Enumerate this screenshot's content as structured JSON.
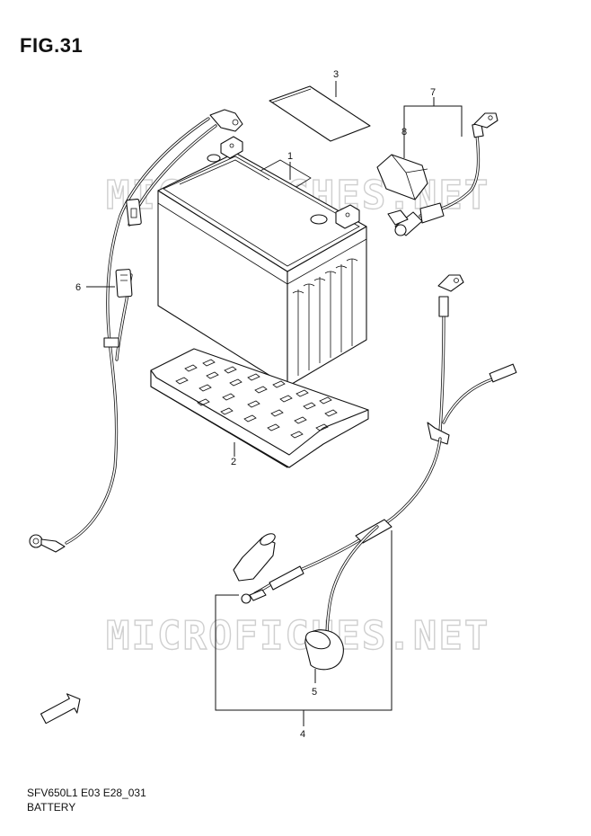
{
  "figure": {
    "title": "FIG.31",
    "code": "SFV650L1 E03 E28_031",
    "name": "BATTERY"
  },
  "watermark": "MICROFICHES.NET",
  "front_marker": "FWD",
  "callouts": [
    {
      "id": "1",
      "label": "1"
    },
    {
      "id": "2",
      "label": "2"
    },
    {
      "id": "3",
      "label": "3"
    },
    {
      "id": "4",
      "label": "4"
    },
    {
      "id": "5",
      "label": "5"
    },
    {
      "id": "6",
      "label": "6"
    },
    {
      "id": "7",
      "label": "7"
    },
    {
      "id": "8",
      "label": "8"
    }
  ]
}
